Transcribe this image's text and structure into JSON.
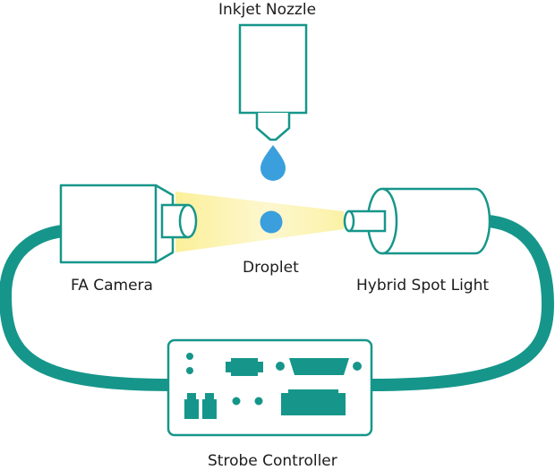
{
  "labels": {
    "nozzle": "Inkjet Nozzle",
    "camera": "FA Camera",
    "droplet": "Droplet",
    "light": "Hybrid Spot Light",
    "controller": "Strobe Controller"
  },
  "colors": {
    "teal": "#16968a",
    "droplet": "#3a9fdc",
    "light_beam": "#fbf3a8",
    "text": "#1c1c1c"
  },
  "icons": {
    "nozzle": "inkjet-nozzle-icon",
    "camera": "fa-camera-icon",
    "light": "spot-light-icon",
    "controller": "strobe-controller-icon"
  }
}
